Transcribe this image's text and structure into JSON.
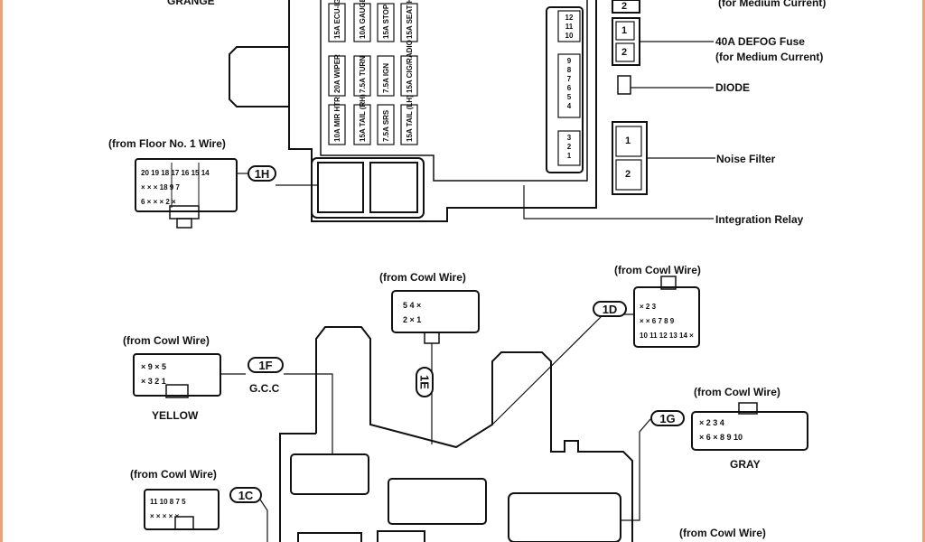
{
  "labels": {
    "top_left_cut": "GRANGE",
    "top_right_cut": "(for Medium Current)",
    "defog_fuse": "40A  DEFOG  Fuse",
    "defog_sub": "(for Medium Current)",
    "diode": "DIODE",
    "noise_filter": "Noise Filter",
    "integration_relay": "Integration Relay",
    "from_floor": "(from Floor No. 1 Wire)",
    "from_cowl_1": "(from Cowl Wire)",
    "from_cowl_2": "(from Cowl Wire)",
    "from_cowl_3": "(from Cowl Wire)",
    "from_cowl_4": "(from Cowl Wire)",
    "from_cowl_5": "(from Cowl Wire)",
    "from_cowl_6": "(from Cowl Wire)",
    "gcc": "G.C.C",
    "yellow": "YELLOW",
    "gray": "GRAY"
  },
  "callouts": {
    "c1h": "1H",
    "c1f": "1F",
    "c1e": "1E",
    "c1d": "1D",
    "c1g": "1G",
    "c1c": "1C"
  },
  "fuses": [
    {
      "amp": "15A",
      "name": "ECU-IG"
    },
    {
      "amp": "10A",
      "name": "GAUGE"
    },
    {
      "amp": "15A",
      "name": "STOP"
    },
    {
      "amp": "15A",
      "name": "SEAT HTR"
    },
    {
      "amp": "20A",
      "name": "WIPER"
    },
    {
      "amp": "7.5A",
      "name": "TURN"
    },
    {
      "amp": "7.5A",
      "name": "IGN"
    },
    {
      "amp": "15A",
      "name": "CIG/RADIO"
    },
    {
      "amp": "10A",
      "name": "MIR HTR"
    },
    {
      "amp": "15A",
      "name": "TAIL (RH)"
    },
    {
      "amp": "7.5A",
      "name": "SRS"
    },
    {
      "amp": "15A",
      "name": "TAIL (LH)"
    }
  ],
  "relay_pins": [
    "12",
    "11",
    "10",
    "9",
    "8",
    "7",
    "6",
    "5",
    "4",
    "3",
    "2",
    "1"
  ],
  "fuse_block": {
    "top": "2",
    "mid_top": "1",
    "mid_bot": "2"
  },
  "noise": {
    "p1": "1",
    "p2": "2"
  },
  "conn_1h": {
    "r1": "20 19 18   17   16 15 14",
    "r2": "× × ×   18   9  7",
    "r3": "6 × ×   × 2 ×"
  },
  "conn_1e": {
    "r1": "5   4   ×",
    "r2": "2   ×   1"
  },
  "conn_1d": {
    "r1": "× 2       3",
    "r2": "× × 6 7 8 9",
    "r3": "10 11 12 13 14 ×"
  },
  "conn_1f": {
    "r1": "× 9   ×  5",
    "r2": "× 3   2  1"
  },
  "conn_1g": {
    "r1": "× 2        3   4",
    "r2": "× 6  × 8  9  10"
  },
  "conn_1c": {
    "r1": "11 10 8 7 5",
    "r2": "× × × × ×"
  }
}
